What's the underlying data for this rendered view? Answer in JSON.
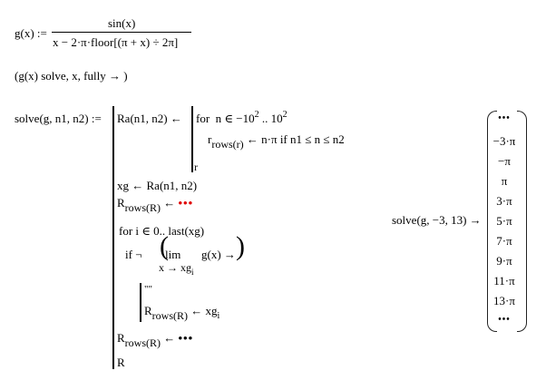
{
  "definition_g": {
    "lhs": "g(x) :=",
    "numerator": "sin(x)",
    "denominator": "x − 2·π·floor[(π + x) ÷ 2π]"
  },
  "solve_expr": "(g(x) solve, x, fully → )",
  "solve_def": {
    "lhs": "solve(g, n1, n2) :=",
    "ra_assign": "Ra(n1, n2) ←",
    "inner_for": {
      "for_label": "for",
      "var": "n ∈ −10",
      "exp1": "2",
      "range_sep": " .. 10",
      "exp2": "2",
      "r_base": "r",
      "r_sub": "rows(r)",
      "r_assign": "← n·π   if  n1 ≤ n ≤ n2",
      "return": "r"
    },
    "xg_assign": "xg ← Ra(n1, n2)",
    "R_base": "R",
    "R_sub": "rows(R)",
    "R_arrow": "←",
    "R_init_value": "•••",
    "for_line": "for  i ∈ 0.. last(xg)",
    "if_label": "if  ¬",
    "lim_label": "lim",
    "lim_fn": "g(x) →",
    "lim_under": "x → xg",
    "lim_under_sub": "i",
    "if_body_empty": "\"\"",
    "if_body_assign_arrow": "← xg",
    "if_body_assign_sub": "i",
    "final_assign_value": "•••",
    "return": "R"
  },
  "result": {
    "call": "solve(g, −3, 13) →",
    "values": [
      "•••",
      "−3·π",
      "−π",
      "π",
      "3·π",
      "5·π",
      "7·π",
      "9·π",
      "11·π",
      "13·π",
      "•••"
    ]
  }
}
